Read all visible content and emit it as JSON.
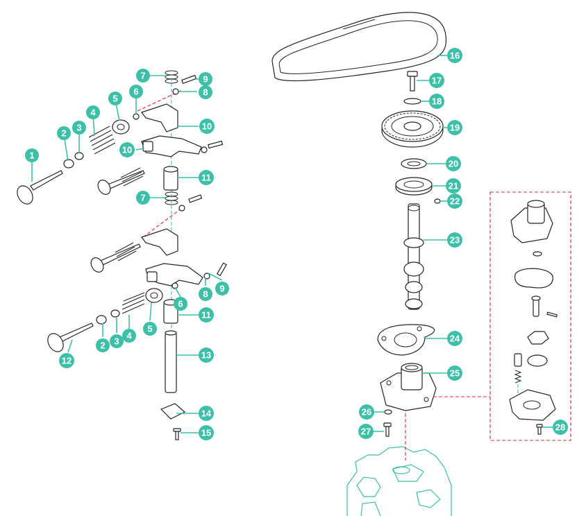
{
  "diagram": {
    "callouts": [
      {
        "id": "c1",
        "label": "1"
      },
      {
        "id": "c2",
        "label": "2"
      },
      {
        "id": "c3",
        "label": "3"
      },
      {
        "id": "c4a",
        "label": "4"
      },
      {
        "id": "c5a",
        "label": "5"
      },
      {
        "id": "c6a",
        "label": "6"
      },
      {
        "id": "c7a",
        "label": "7"
      },
      {
        "id": "c9a",
        "label": "9"
      },
      {
        "id": "c8a",
        "label": "8"
      },
      {
        "id": "c10a",
        "label": "10"
      },
      {
        "id": "c10b",
        "label": "10"
      },
      {
        "id": "c11a",
        "label": "11"
      },
      {
        "id": "c7b",
        "label": "7"
      },
      {
        "id": "c9b",
        "label": "9"
      },
      {
        "id": "c8b",
        "label": "8"
      },
      {
        "id": "c6b",
        "label": "6"
      },
      {
        "id": "c5b",
        "label": "5"
      },
      {
        "id": "c4b",
        "label": "4"
      },
      {
        "id": "c3b",
        "label": "3"
      },
      {
        "id": "c2b",
        "label": "2"
      },
      {
        "id": "c11b",
        "label": "11"
      },
      {
        "id": "c12",
        "label": "12"
      },
      {
        "id": "c13",
        "label": "13"
      },
      {
        "id": "c14",
        "label": "14"
      },
      {
        "id": "c15",
        "label": "15"
      },
      {
        "id": "c16",
        "label": "16"
      },
      {
        "id": "c17",
        "label": "17"
      },
      {
        "id": "c18",
        "label": "18"
      },
      {
        "id": "c19",
        "label": "19"
      },
      {
        "id": "c20",
        "label": "20"
      },
      {
        "id": "c21",
        "label": "21"
      },
      {
        "id": "c22",
        "label": "22"
      },
      {
        "id": "c23",
        "label": "23"
      },
      {
        "id": "c24",
        "label": "24"
      },
      {
        "id": "c25",
        "label": "25"
      },
      {
        "id": "c26",
        "label": "26"
      },
      {
        "id": "c27",
        "label": "27"
      },
      {
        "id": "c28",
        "label": "28"
      }
    ],
    "colors": {
      "callout": "#3dbfa8",
      "axis_teal": "#2fb5a4",
      "axis_red": "#d8263a",
      "outline": "#222222"
    }
  }
}
